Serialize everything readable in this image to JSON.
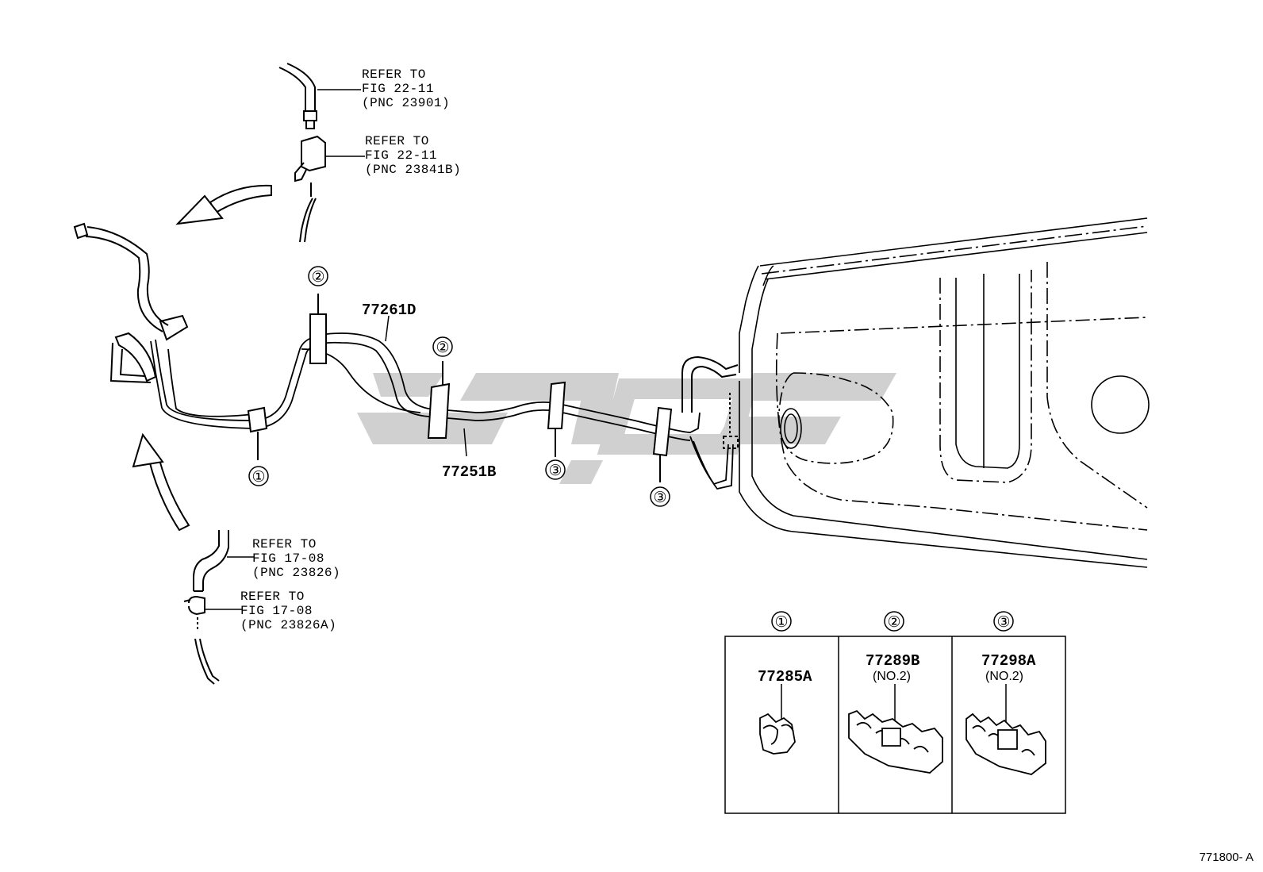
{
  "callouts": {
    "ref_top_1": [
      "REFER TO",
      "FIG 22-11",
      " (PNC 23901)"
    ],
    "ref_top_2": [
      "REFER TO",
      "FIG 22-11",
      " (PNC 23841B)"
    ],
    "ref_bottom_1": [
      "REFER TO",
      "FIG 17-08",
      " (PNC 23826)"
    ],
    "ref_bottom_2": [
      "REFER TO",
      "FIG 17-08",
      " (PNC 23826A)"
    ]
  },
  "parts": {
    "upper_tube": "77261D",
    "lower_tube": "77251B"
  },
  "clamp_markers": {
    "m1": "①",
    "m2": "②",
    "m3": "③"
  },
  "legend": {
    "columns": [
      {
        "marker": "①",
        "part": "77285A",
        "note": ""
      },
      {
        "marker": "②",
        "part": "77289B",
        "note": "(NO.2)"
      },
      {
        "marker": "③",
        "part": "77298A",
        "note": "(NO.2)"
      }
    ]
  },
  "figure_code": "771800- A"
}
